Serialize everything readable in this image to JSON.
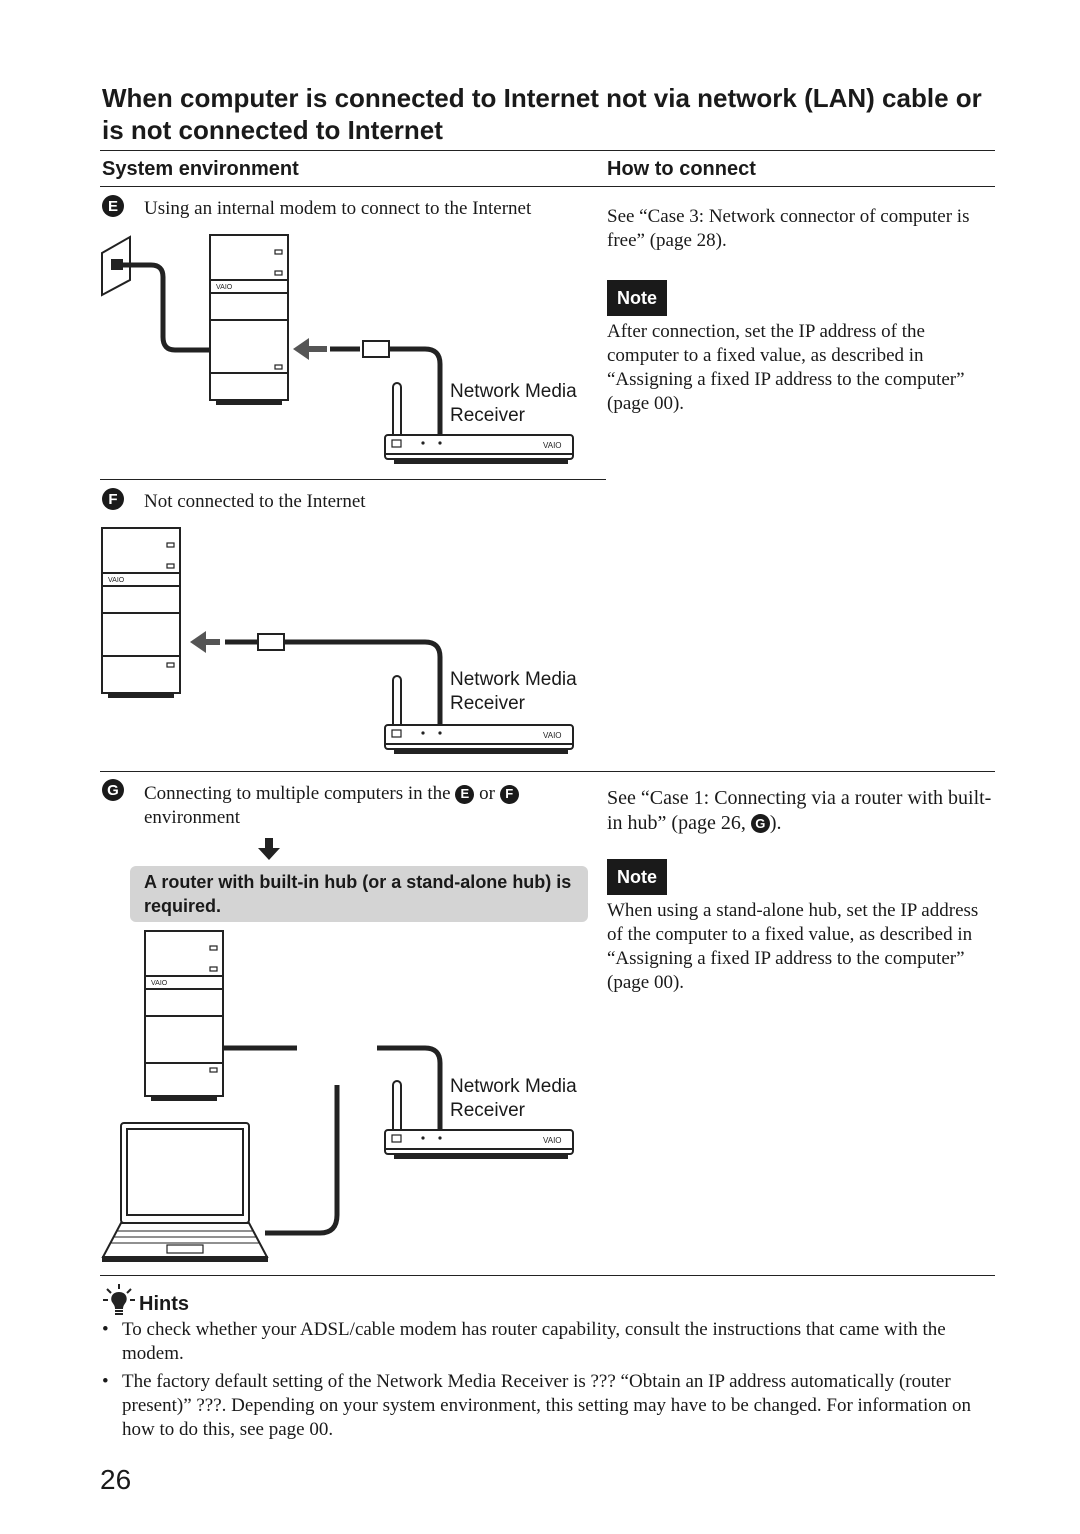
{
  "title": "When computer is connected to Internet not via network (LAN) cable or is not connected to Internet",
  "columns": {
    "left_header": "System environment",
    "right_header": "How to connect"
  },
  "section_e": {
    "letter": "E",
    "description": "Using an internal modem to connect to the Internet",
    "device_label_1": "Network Media",
    "device_label_2": "Receiver",
    "how_to": "See “Case 3: Network connector of computer is free” (page 28).",
    "note_label": "Note",
    "note_text": "After connection, set the IP address of the computer to a fixed value, as described in “Assigning a fixed IP address to the computer” (page 00)."
  },
  "section_f": {
    "letter": "F",
    "description": "Not connected to the Internet",
    "device_label_1": "Network Media",
    "device_label_2": "Receiver"
  },
  "section_g": {
    "letter": "G",
    "description_part1": "Connecting to multiple computers in the",
    "ref_e": "E",
    "or_word": "or",
    "ref_f": "F",
    "description_part2": "environment",
    "callout": "A router with built-in hub (or a stand-alone hub) is required.",
    "device_label_1": "Network Media",
    "device_label_2": "Receiver",
    "how_to_part1": "See “Case 1: Connecting via a router with built-in hub” (page 26,",
    "how_to_ref": "G",
    "how_to_part2": ").",
    "note_label": "Note",
    "note_text": "When using a stand-alone hub, set the IP address of the computer to a fixed value, as described in “Assigning a fixed IP address to the computer” (page 00)."
  },
  "hints": {
    "heading": "Hints",
    "items": [
      "To check whether your ADSL/cable modem has router capability, consult the instructions that came with the modem.",
      "The factory default setting of the Network Media Receiver is ??? “Obtain an IP address automatically (router present)” ???. Depending on your system environment, this setting may have to be changed. For information on how to do this, see page 00."
    ]
  },
  "brand_marking": "VAIO",
  "page_number": "26"
}
